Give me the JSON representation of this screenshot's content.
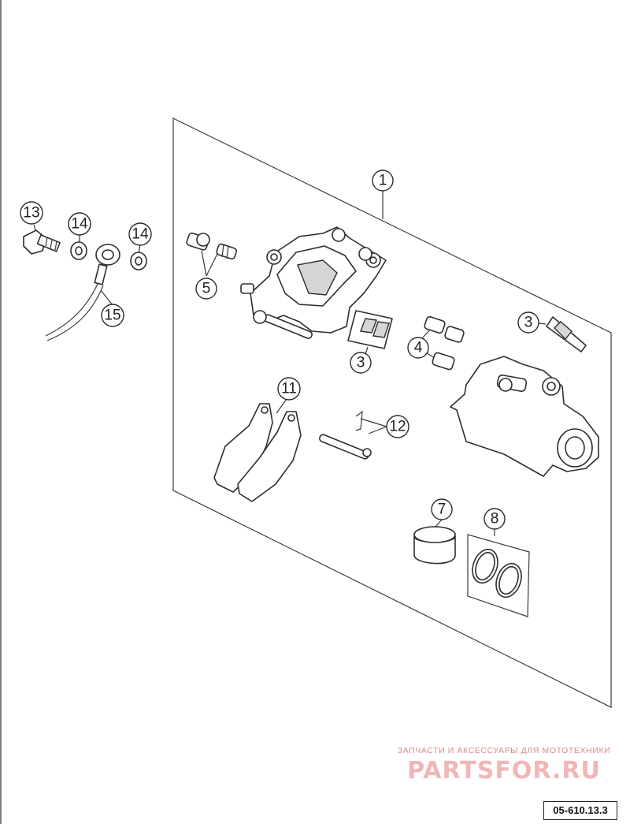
{
  "callouts": [
    {
      "id": "c1",
      "label": "1"
    },
    {
      "id": "c3a",
      "label": "3"
    },
    {
      "id": "c3b",
      "label": "3"
    },
    {
      "id": "c4",
      "label": "4"
    },
    {
      "id": "c5",
      "label": "5"
    },
    {
      "id": "c7",
      "label": "7"
    },
    {
      "id": "c8",
      "label": "8"
    },
    {
      "id": "c11",
      "label": "11"
    },
    {
      "id": "c12",
      "label": "12"
    },
    {
      "id": "c13",
      "label": "13"
    },
    {
      "id": "c14a",
      "label": "14"
    },
    {
      "id": "c14b",
      "label": "14"
    },
    {
      "id": "c15",
      "label": "15"
    }
  ],
  "watermark": {
    "tagline": "ЗАПЧАСТИ И АКСЕССУАРЫ ДЛЯ МОТОТЕХНИКИ",
    "brand": "PARTSFOR.RU"
  },
  "drawing_number": "05-610.13.3",
  "colors": {
    "line": "#3a3a3a",
    "watermark_tagline": "#d98a8a",
    "watermark_brand": "#f2b6b6"
  }
}
